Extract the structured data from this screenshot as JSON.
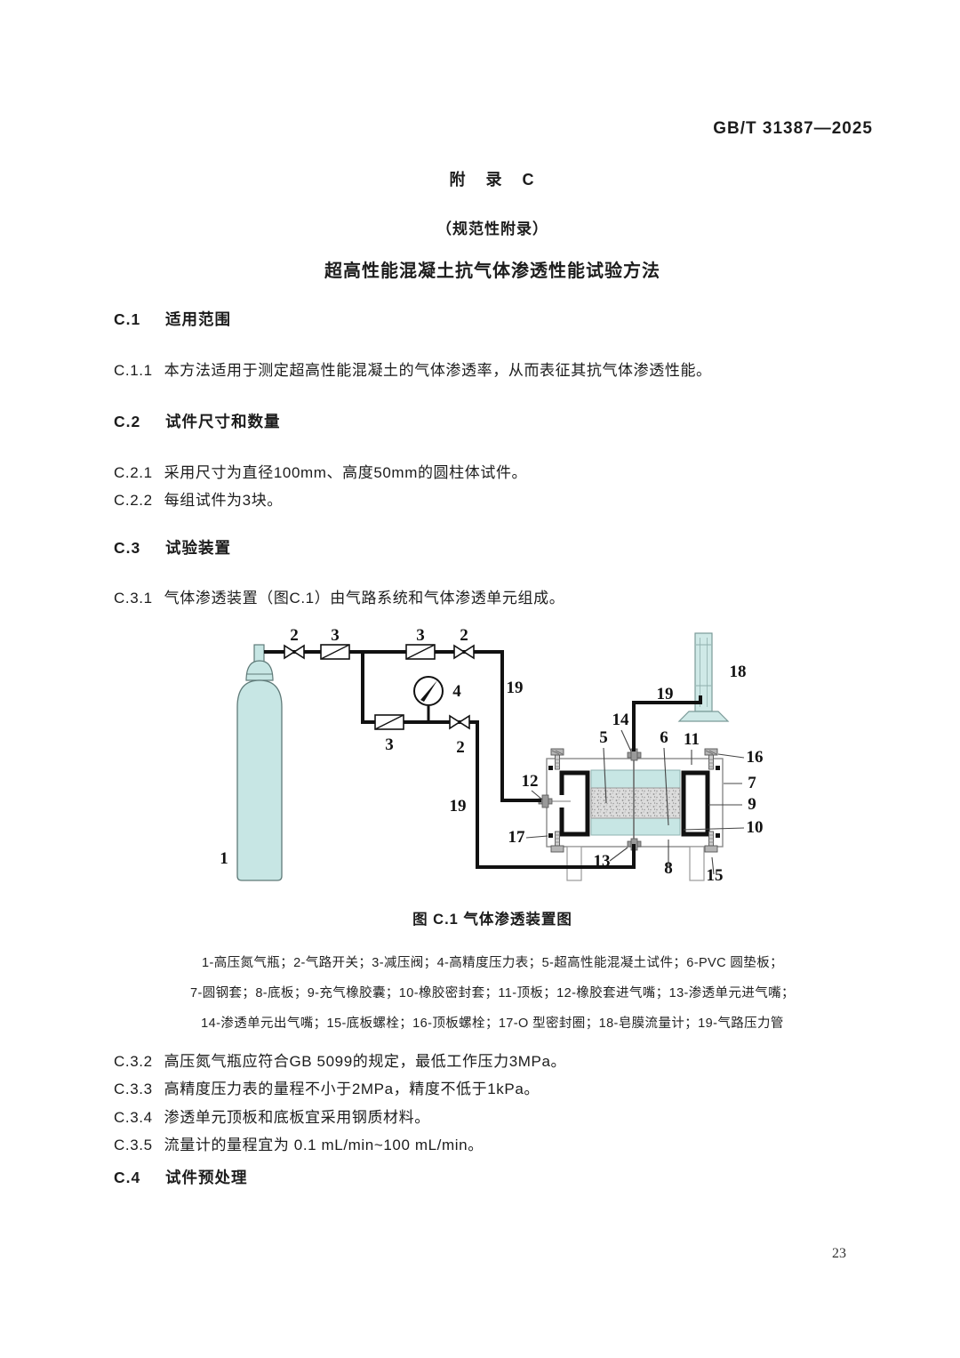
{
  "header": {
    "standard_no": "GB/T 31387—2025"
  },
  "titles": {
    "appendix": "附 录 C",
    "normative": "（规范性附录）",
    "main": "超高性能混凝土抗气体渗透性能试验方法"
  },
  "sections": {
    "c1": {
      "num": "C.1",
      "title": "适用范围"
    },
    "c11": {
      "num": "C.1.1",
      "text": "本方法适用于测定超高性能混凝土的气体渗透率，从而表征其抗气体渗透性能。"
    },
    "c2": {
      "num": "C.2",
      "title": "试件尺寸和数量"
    },
    "c21": {
      "num": "C.2.1",
      "text": "采用尺寸为直径100mm、高度50mm的圆柱体试件。"
    },
    "c22": {
      "num": "C.2.2",
      "text": "每组试件为3块。"
    },
    "c3": {
      "num": "C.3",
      "title": "试验装置"
    },
    "c31": {
      "num": "C.3.1",
      "text": "气体渗透装置（图C.1）由气路系统和气体渗透单元组成。"
    },
    "c32": {
      "num": "C.3.2",
      "text": "高压氮气瓶应符合GB 5099的规定，最低工作压力3MPa。"
    },
    "c33": {
      "num": "C.3.3",
      "text": "高精度压力表的量程不小于2MPa，精度不低于1kPa。"
    },
    "c34": {
      "num": "C.3.4",
      "text": "渗透单元顶板和底板宜采用钢质材料。"
    },
    "c35": {
      "num": "C.3.5",
      "text": "流量计的量程宜为 0.1 mL/min~100 mL/min。"
    },
    "c4": {
      "num": "C.4",
      "title": "试件预处理"
    }
  },
  "figure": {
    "caption": "图 C.1 气体渗透装置图",
    "legend": [
      "1-高压氮气瓶；2-气路开关；3-减压阀；4-高精度压力表；5-超高性能混凝土试件；6-PVC 圆垫板；",
      "7-圆钢套；8-底板；9-充气橡胶囊；10-橡胶密封套；11-顶板；12-橡胶套进气嘴；13-渗透单元进气嘴；",
      "14-渗透单元出气嘴；15-底板螺栓；16-顶板螺栓；17-O 型密封圈；18-皂膜流量计；19-气路压力管"
    ],
    "diagram": {
      "labels": [
        "2",
        "3",
        "3",
        "2",
        "19",
        "4",
        "3",
        "2",
        "19",
        "1",
        "12",
        "17",
        "5",
        "14",
        "6",
        "11",
        "16",
        "7",
        "9",
        "10",
        "13",
        "8",
        "15",
        "18",
        "19"
      ],
      "colors": {
        "cyan": "#c7e6e4",
        "line": "#111111",
        "specimen_gray": "#d9d9d9"
      }
    }
  },
  "page_number": "23"
}
